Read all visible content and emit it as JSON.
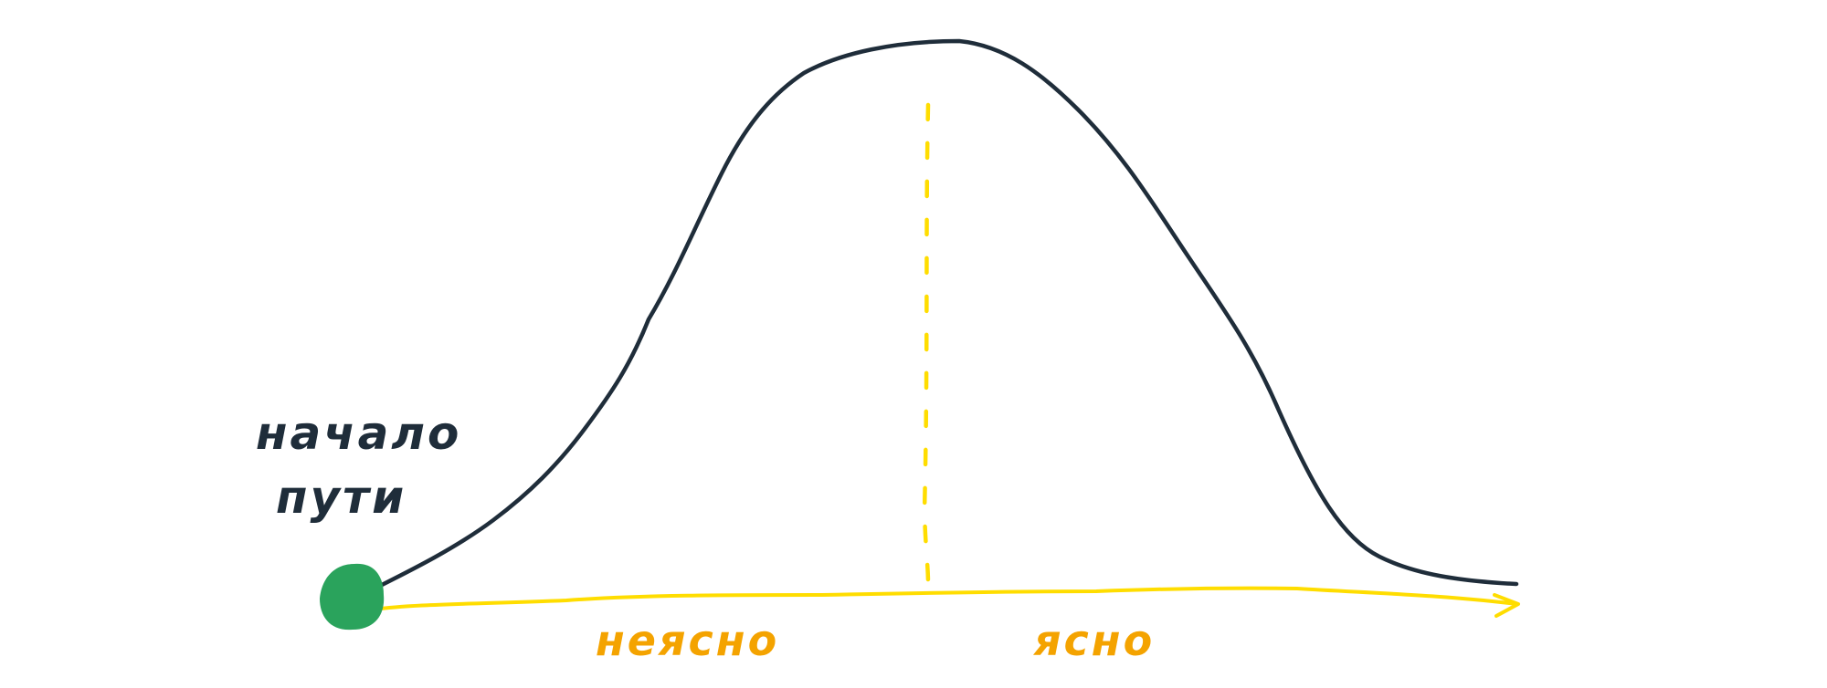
{
  "labels": {
    "start_line1": "начало",
    "start_line2": "пути",
    "unclear": "неясно",
    "clear": "ясно"
  },
  "colors": {
    "curve": "#1f2d3a",
    "axis": "#ffdd00",
    "divider": "#ffdd00",
    "start_dot": "#2aa35c",
    "start_text": "#1f2d3a",
    "zone_text": "#f4a300"
  }
}
